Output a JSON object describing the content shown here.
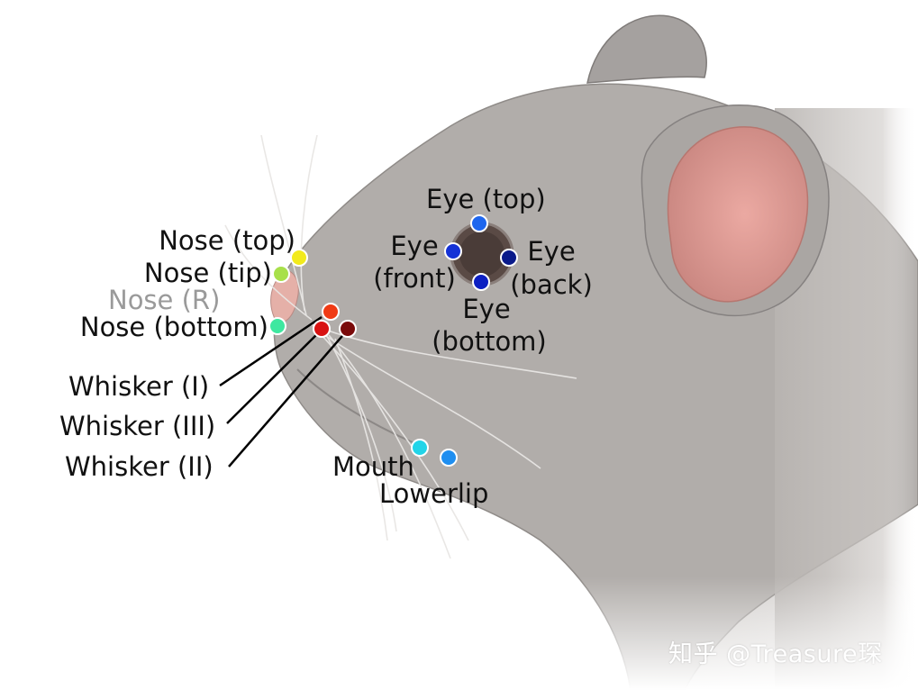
{
  "diagram": {
    "labels": {
      "nose_top": "Nose (top)",
      "nose_tip": "Nose (tip)",
      "nose_r": "Nose (R)",
      "nose_bottom": "Nose (bottom)",
      "eye_top": "Eye (top)",
      "eye_front_1": "Eye",
      "eye_front_2": "(front)",
      "eye_back_1": "Eye",
      "eye_back_2": "(back)",
      "eye_bottom_1": "Eye",
      "eye_bottom_2": "(bottom)",
      "whisker_1": "Whisker (I)",
      "whisker_3": "Whisker (III)",
      "whisker_2": "Whisker (II)",
      "mouth": "Mouth",
      "lowerlip": "Lowerlip"
    },
    "keypoints": [
      {
        "name": "nose-top",
        "color": "#f2ea1c"
      },
      {
        "name": "nose-tip",
        "color": "#a8e04a"
      },
      {
        "name": "nose-bottom",
        "color": "#3ee8a0"
      },
      {
        "name": "eye-top",
        "color": "#1e66ee"
      },
      {
        "name": "eye-front",
        "color": "#1532d6"
      },
      {
        "name": "eye-back",
        "color": "#0a1a8a"
      },
      {
        "name": "eye-bottom",
        "color": "#0c1fc2"
      },
      {
        "name": "whisker-i",
        "color": "#f03a14"
      },
      {
        "name": "whisker-iii",
        "color": "#d81212"
      },
      {
        "name": "whisker-ii",
        "color": "#7a0a0a"
      },
      {
        "name": "mouth",
        "color": "#22d4e8"
      },
      {
        "name": "lowerlip",
        "color": "#1e8ef0"
      }
    ],
    "watermark": "知乎 @Treasure琛"
  }
}
